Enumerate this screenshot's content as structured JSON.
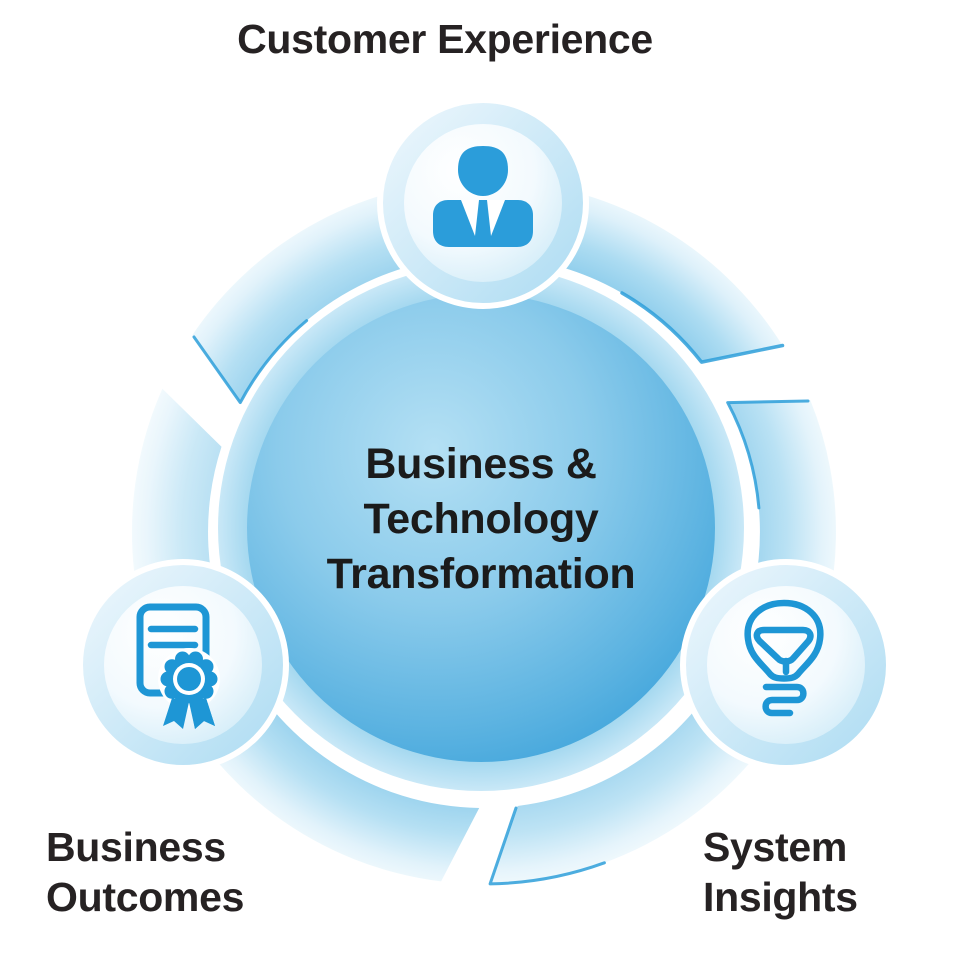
{
  "diagram": {
    "center": {
      "lines": [
        "Business &",
        "Technology",
        "Transformation"
      ]
    },
    "nodes": [
      {
        "id": "customer-experience",
        "label": "Customer Experience",
        "icon": "person-icon",
        "position": "top"
      },
      {
        "id": "business-outcomes",
        "label": "Business Outcomes",
        "label_lines": [
          "Business",
          "Outcomes"
        ],
        "icon": "certificate-icon",
        "position": "bottom-left"
      },
      {
        "id": "system-insights",
        "label": "System Insights",
        "label_lines": [
          "System",
          "Insights"
        ],
        "icon": "lightbulb-icon",
        "position": "bottom-right"
      }
    ],
    "colors": {
      "icon_blue": "#2B9DDA",
      "icon_stroke_blue": "#1E96D5",
      "ring_accent": "#2E9FD9",
      "center_circle_edge": "#379FD9",
      "label_text": "#262223"
    }
  }
}
